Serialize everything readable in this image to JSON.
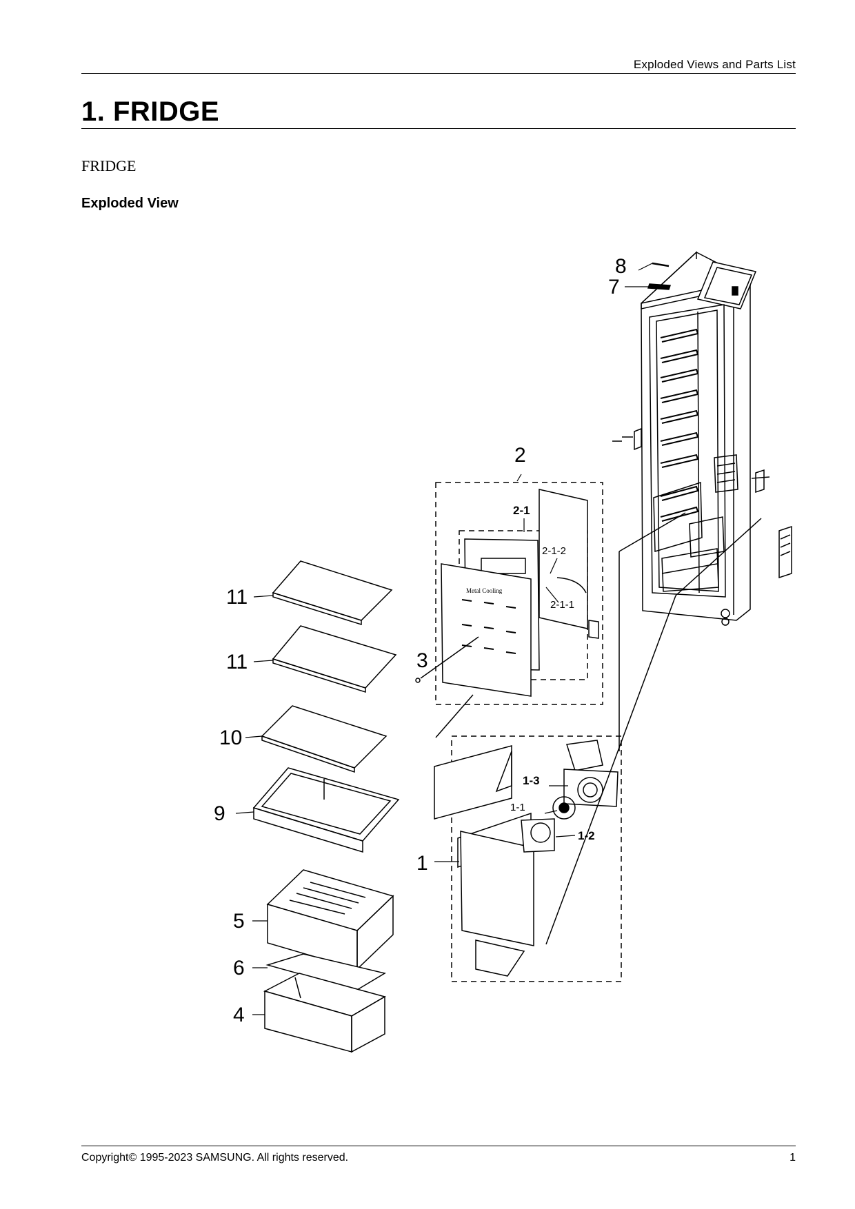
{
  "header": {
    "section_title": "Exploded Views and Parts List"
  },
  "page_title": "1.  FRIDGE",
  "subtitle": "FRIDGE",
  "section_heading": "Exploded View",
  "callouts": {
    "c1": "1",
    "c1_1": "1-1",
    "c1_2": "1-2",
    "c1_3": "1-3",
    "c2": "2",
    "c2_1": "2-1",
    "c2_1_1": "2-1-1",
    "c2_1_2": "2-1-2",
    "c3": "3",
    "c4": "4",
    "c5": "5",
    "c6": "6",
    "c7": "7",
    "c8": "8",
    "c9": "9",
    "c10": "10",
    "c11a": "11",
    "c11b": "11"
  },
  "panel_text": "Metal Cooling",
  "footer": {
    "copyright": "Copyright© 1995-2023 SAMSUNG. All rights reserved.",
    "page_number": "1"
  }
}
